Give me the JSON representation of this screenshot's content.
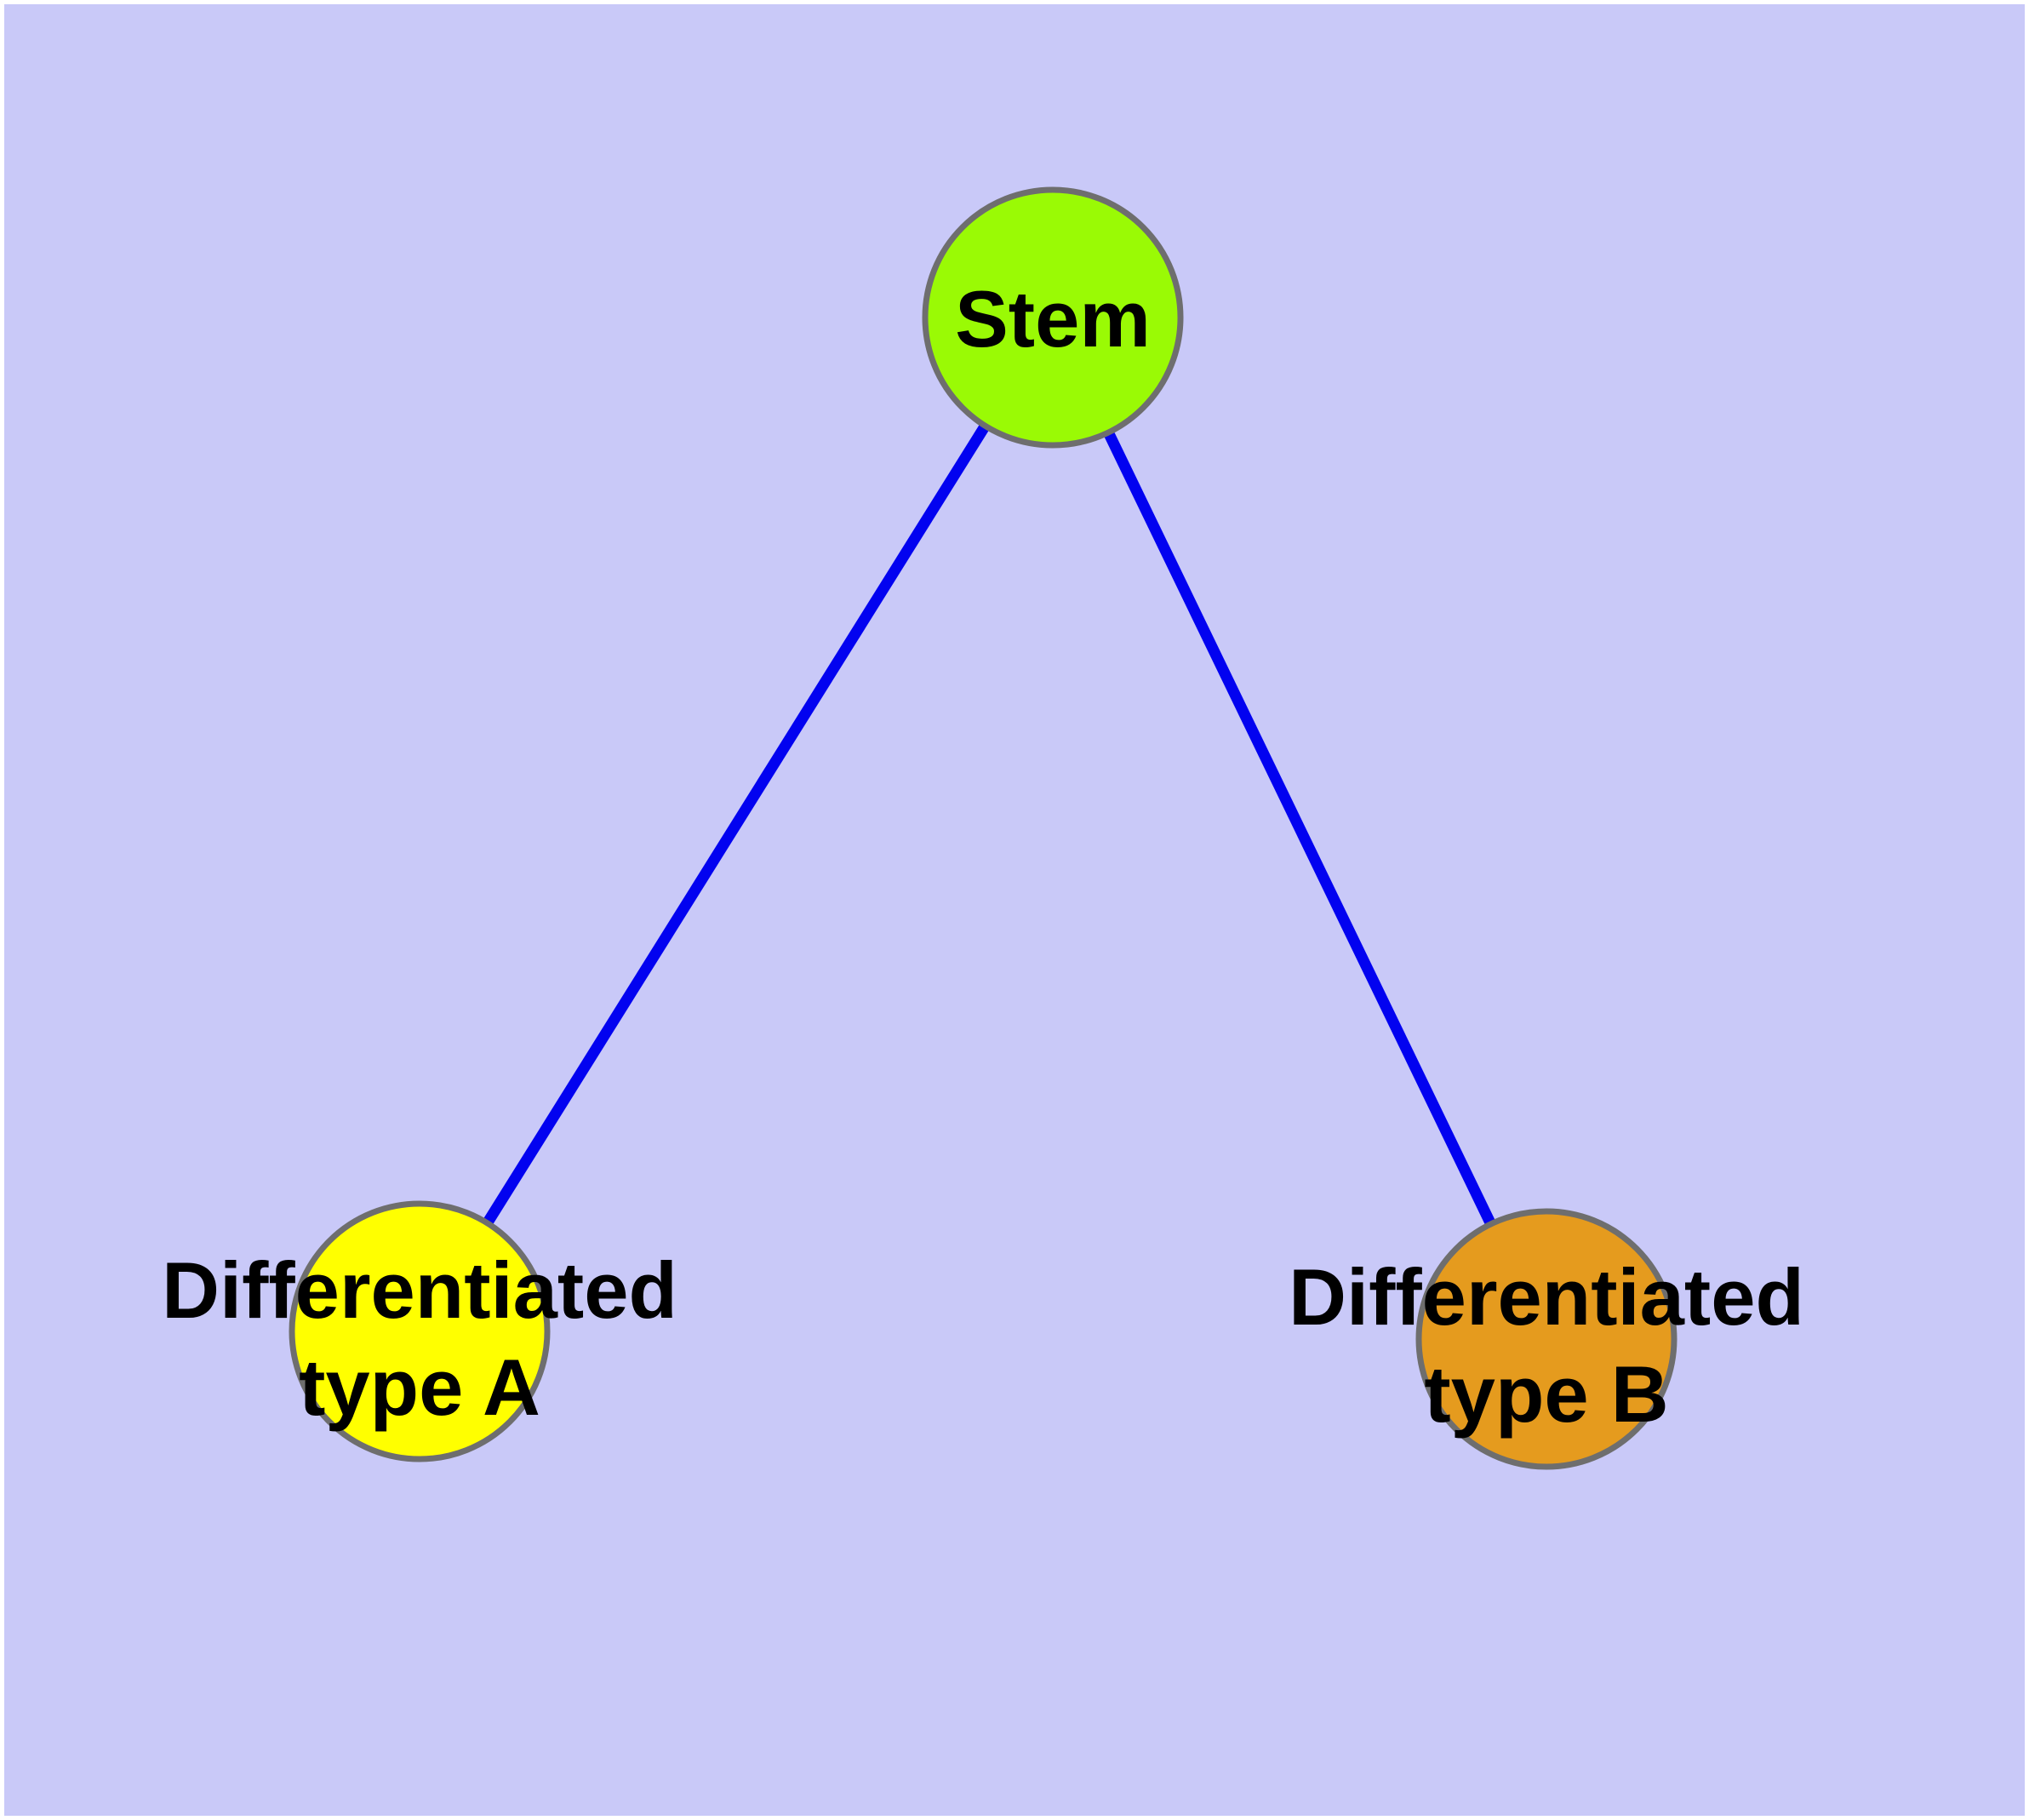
{
  "diagram": {
    "background_color": "#c9c9f8",
    "margin_color": "#ffffff",
    "edge_color": "#0202f0",
    "node_border_color": "#6e6e6e",
    "text_color": "#000000",
    "nodes": {
      "stem": {
        "label": "Stem",
        "fill": "#9afa05"
      },
      "type_a": {
        "label_line1": "Differentiated",
        "label_line2": "type A",
        "fill": "#ffff00"
      },
      "type_b": {
        "label_line1": "Differentiated",
        "label_line2": "type B",
        "fill": "#e59b1e"
      }
    },
    "edges": [
      {
        "from": "Stem",
        "to": "Differentiated type A"
      },
      {
        "from": "Stem",
        "to": "Differentiated type B"
      }
    ]
  }
}
